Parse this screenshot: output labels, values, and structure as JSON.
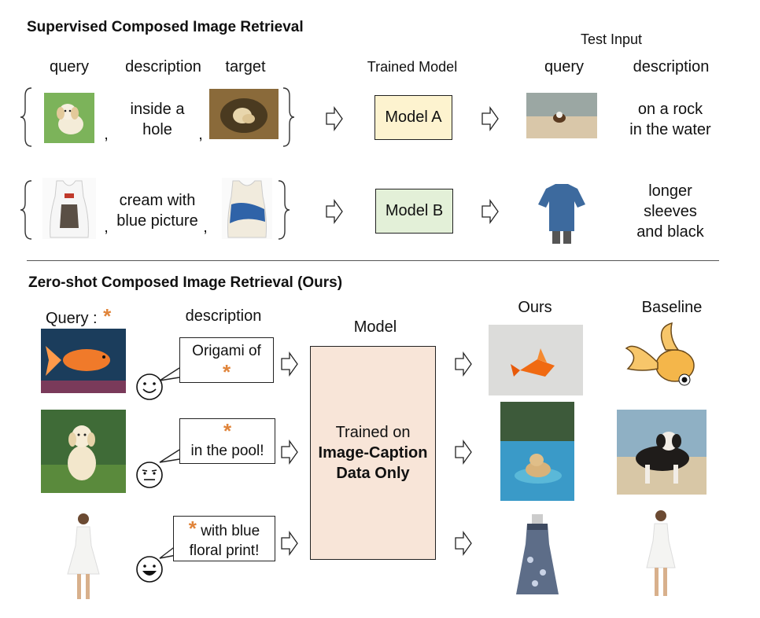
{
  "supervised": {
    "title": "Supervised Composed Image Retrieval",
    "col_query": "query",
    "col_description": "description",
    "col_target": "target",
    "trained_model": "Trained Model",
    "test_input": "Test Input",
    "test_query": "query",
    "test_description": "description",
    "row1": {
      "description_line1": "inside a",
      "description_line2": "hole",
      "model": "Model A",
      "model_color": "#fdf3cf",
      "test_desc_line1": "on a rock",
      "test_desc_line2": "in the water"
    },
    "row2": {
      "description_line1": "cream with",
      "description_line2": "blue picture",
      "model": "Model B",
      "model_color": "#e3f0d8",
      "test_desc_line1": "longer",
      "test_desc_line2": "sleeves",
      "test_desc_line3": "and black"
    },
    "comma": ","
  },
  "zeroshot": {
    "title": "Zero-shot Composed Image Retrieval (Ours)",
    "query_label": "Query :",
    "star": "*",
    "description_label": "description",
    "model_label": "Model",
    "ours_label": "Ours",
    "baseline_label": "Baseline",
    "model_box_line1": "Trained on",
    "model_box_line2": "Image-Caption",
    "model_box_line3": "Data Only",
    "model_box_color": "#f8e5d8",
    "bubble1_line1": "Origami of",
    "bubble2_line2": "in the pool!",
    "bubble3_line1": "with blue",
    "bubble3_line2": "floral print!",
    "accent_color": "#e0843a"
  }
}
